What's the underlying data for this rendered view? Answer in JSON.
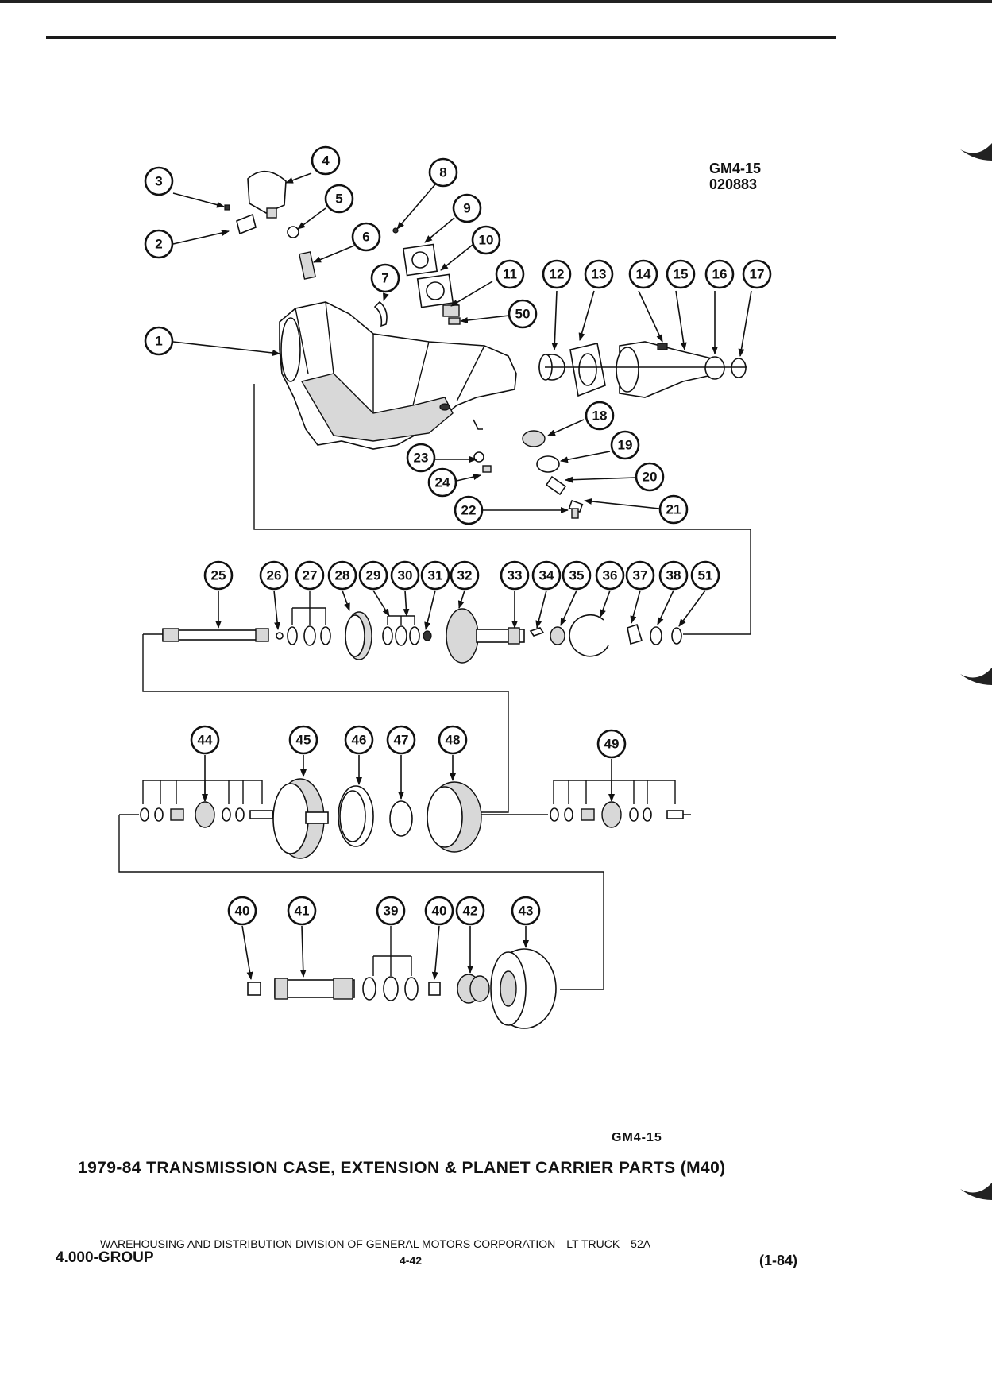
{
  "header": {
    "ref_code_line1": "GM4-15",
    "ref_code_line2": "020883"
  },
  "callouts": [
    "1",
    "2",
    "3",
    "4",
    "5",
    "6",
    "7",
    "8",
    "9",
    "10",
    "11",
    "12",
    "13",
    "14",
    "15",
    "16",
    "17",
    "18",
    "19",
    "20",
    "21",
    "22",
    "23",
    "24",
    "25",
    "26",
    "27",
    "28",
    "29",
    "30",
    "31",
    "32",
    "33",
    "34",
    "35",
    "36",
    "37",
    "38",
    "51",
    "44",
    "45",
    "46",
    "47",
    "48",
    "49",
    "40",
    "41",
    "39",
    "40",
    "42",
    "43",
    "50"
  ],
  "figure_code": "GM4-15",
  "caption": "1979-84 TRANSMISSION CASE, EXTENSION & PLANET CARRIER PARTS (M40)",
  "footer": {
    "division_line": "————WAREHOUSING AND DISTRIBUTION DIVISION OF GENERAL MOTORS CORPORATION—LT TRUCK—52A ————",
    "group": "4.000-GROUP",
    "page": "4-42",
    "revision": "(1-84)"
  }
}
